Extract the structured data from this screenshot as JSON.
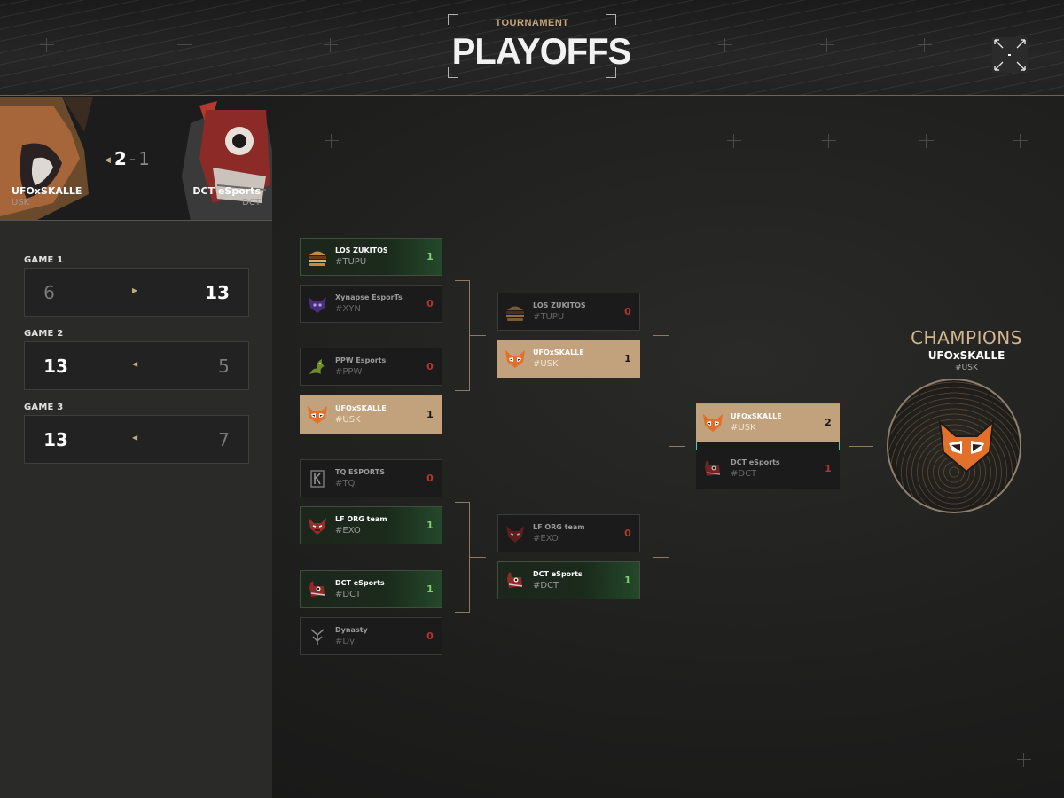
{
  "header": {
    "subtitle": "TOURNAMENT",
    "title": "PLAYOFFS"
  },
  "colors": {
    "accent_gold": "#c2a27c",
    "win_green": "#7fd06e",
    "lose_red": "#b0362e",
    "final_border": "#3bd0bd"
  },
  "match": {
    "team_left": {
      "name": "UFOxSKALLE",
      "tag": "USK",
      "icon": "fox-mask-icon"
    },
    "team_right": {
      "name": "DCT eSports",
      "tag": "DCT",
      "icon": "pinata-llama-icon"
    },
    "series_left": "2",
    "series_sep": "-",
    "series_right": "1",
    "games": [
      {
        "label": "GAME 1",
        "left": "6",
        "right": "13",
        "winner": "right"
      },
      {
        "label": "GAME 2",
        "left": "13",
        "right": "5",
        "winner": "left"
      },
      {
        "label": "GAME 3",
        "left": "13",
        "right": "7",
        "winner": "left"
      }
    ]
  },
  "bracket": {
    "round1": [
      {
        "name": "LOS ZUKITOS",
        "tag": "#TUPU",
        "score": "1",
        "state": "win",
        "icon": "burger-icon"
      },
      {
        "name": "Xynapse EsporTs",
        "tag": "#XYN",
        "score": "0",
        "state": "lose",
        "icon": "purple-beast-icon"
      },
      {
        "name": "PPW Esports",
        "tag": "#PPW",
        "score": "0",
        "state": "lose",
        "icon": "green-dragon-icon"
      },
      {
        "name": "UFOxSKALLE",
        "tag": "#USK",
        "score": "1",
        "state": "gold",
        "icon": "fox-mask-icon"
      },
      {
        "name": "TQ ESPORTS",
        "tag": "#TQ",
        "score": "0",
        "state": "lose",
        "icon": "tq-logo-icon"
      },
      {
        "name": "LF ORG team",
        "tag": "#EXO",
        "score": "1",
        "state": "win",
        "icon": "red-demon-icon"
      },
      {
        "name": "DCT eSports",
        "tag": "#DCT",
        "score": "1",
        "state": "win",
        "icon": "pinata-llama-icon"
      },
      {
        "name": "Dynasty",
        "tag": "#Dy",
        "score": "0",
        "state": "lose",
        "icon": "dynasty-logo-icon"
      }
    ],
    "round2": [
      {
        "name": "LOS ZUKITOS",
        "tag": "#TUPU",
        "score": "0",
        "state": "lose",
        "icon": "burger-icon"
      },
      {
        "name": "UFOxSKALLE",
        "tag": "#USK",
        "score": "1",
        "state": "gold",
        "icon": "fox-mask-icon"
      },
      {
        "name": "LF ORG team",
        "tag": "#EXO",
        "score": "0",
        "state": "lose",
        "icon": "red-demon-icon"
      },
      {
        "name": "DCT eSports",
        "tag": "#DCT",
        "score": "1",
        "state": "win",
        "icon": "pinata-llama-icon"
      }
    ],
    "final": [
      {
        "name": "UFOxSKALLE",
        "tag": "#USK",
        "score": "2",
        "state": "gold",
        "icon": "fox-mask-icon"
      },
      {
        "name": "DCT eSports",
        "tag": "#DCT",
        "score": "1",
        "state": "lose",
        "icon": "pinata-llama-icon"
      }
    ]
  },
  "champion": {
    "heading": "CHAMPIONS",
    "name": "UFOxSKALLE",
    "tag": "#USK",
    "icon": "fox-mask-icon"
  },
  "controls": {
    "fullscreen_icon": "fullscreen-icon"
  }
}
